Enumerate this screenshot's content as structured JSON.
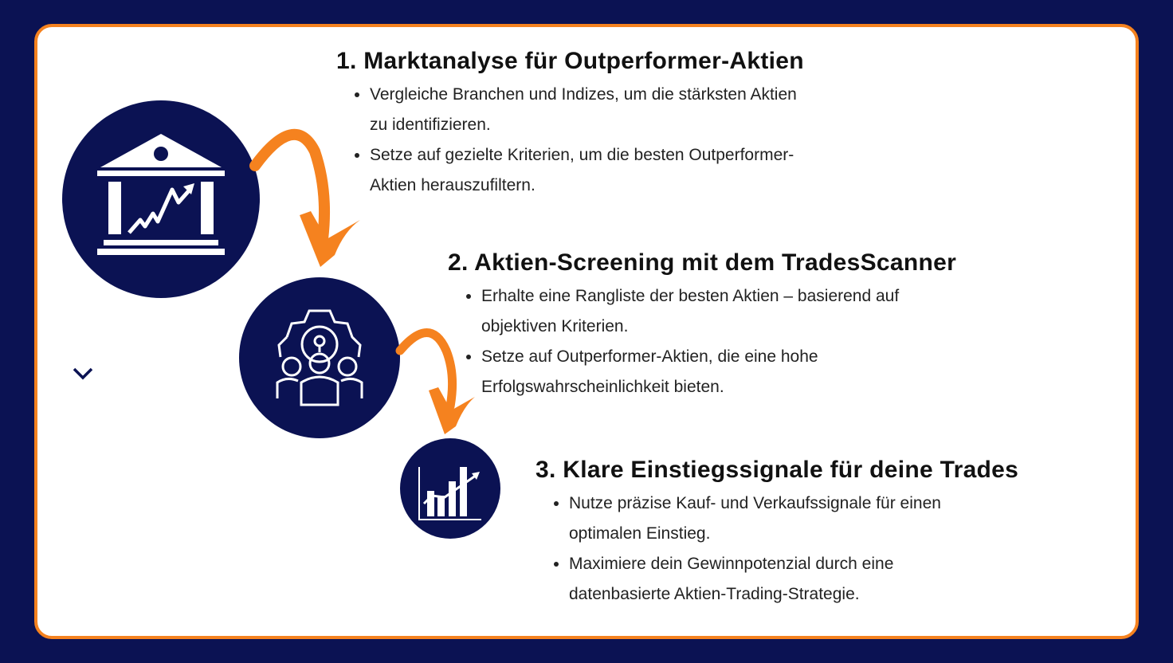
{
  "colors": {
    "background": "#0b1253",
    "accent": "#f5821f",
    "card": "#ffffff"
  },
  "steps": [
    {
      "title": "1. Marktanalyse für Outperformer-Aktien",
      "icon": "bank-chart-icon",
      "bullets": [
        "Vergleiche Branchen und Indizes, um die stärksten Aktien zu identifizieren.",
        "Setze auf gezielte Kriterien, um die besten Outperformer-Aktien herauszufiltern."
      ]
    },
    {
      "title": "2. Aktien-Screening mit dem TradesScanner",
      "icon": "team-gear-idea-icon",
      "bullets": [
        "Erhalte eine Rangliste der besten Aktien – basierend auf objektiven Kriterien.",
        "Setze auf Outperformer-Aktien, die eine hohe Erfolgswahrscheinlichkeit bieten."
      ]
    },
    {
      "title": "3. Klare Einstiegssignale für deine Trades",
      "icon": "bar-chart-growth-icon",
      "bullets": [
        "Nutze präzise Kauf- und Verkaufssignale für einen optimalen Einstieg.",
        "Maximiere dein Gewinnpotenzial durch eine datenbasierte Aktien-Trading-Strategie."
      ]
    }
  ]
}
